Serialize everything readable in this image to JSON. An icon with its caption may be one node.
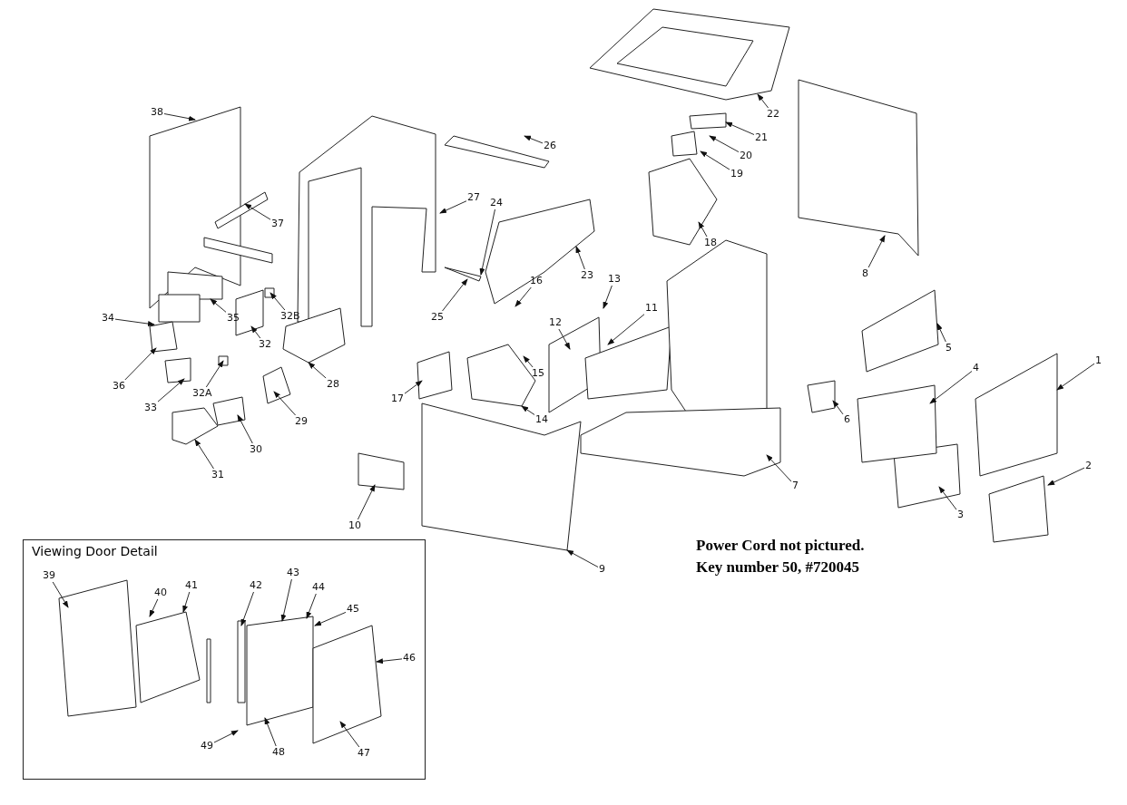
{
  "diagram": {
    "nodes": [
      {
        "text": [
          "1"
        ]
      },
      {
        "text": [
          "2"
        ]
      },
      {
        "text": [
          "3"
        ]
      },
      {
        "text": [
          "4"
        ]
      },
      {
        "text": [
          "5"
        ]
      },
      {
        "text": [
          "6"
        ]
      },
      {
        "text": [
          "7"
        ]
      },
      {
        "text": [
          "8"
        ]
      },
      {
        "text": [
          "9"
        ]
      },
      {
        "text": [
          "10"
        ]
      },
      {
        "text": [
          "11"
        ]
      },
      {
        "text": [
          "12"
        ]
      },
      {
        "text": [
          "13"
        ]
      },
      {
        "text": [
          "14"
        ]
      },
      {
        "text": [
          "15"
        ]
      },
      {
        "text": [
          "16"
        ]
      },
      {
        "text": [
          "17"
        ]
      },
      {
        "text": [
          "18"
        ]
      },
      {
        "text": [
          "19"
        ]
      },
      {
        "text": [
          "20"
        ]
      },
      {
        "text": [
          "21"
        ]
      },
      {
        "text": [
          "22"
        ]
      },
      {
        "text": [
          "23"
        ]
      },
      {
        "text": [
          "24"
        ]
      },
      {
        "text": [
          "25"
        ]
      },
      {
        "text": [
          "26"
        ]
      },
      {
        "text": [
          "27"
        ]
      },
      {
        "text": [
          "28"
        ]
      },
      {
        "text": [
          "29"
        ]
      },
      {
        "text": [
          "30"
        ]
      },
      {
        "text": [
          "31"
        ]
      },
      {
        "text": [
          "32"
        ]
      },
      {
        "text": [
          "32A"
        ]
      },
      {
        "text": [
          "32B"
        ]
      },
      {
        "text": [
          "33"
        ]
      },
      {
        "text": [
          "34"
        ]
      },
      {
        "text": [
          "35"
        ]
      },
      {
        "text": [
          "36"
        ]
      },
      {
        "text": [
          "37"
        ]
      },
      {
        "text": [
          "38"
        ]
      },
      {
        "text": [
          "Viewing Door Detail"
        ]
      },
      {
        "text": [
          "39"
        ],
        "in": 40
      },
      {
        "text": [
          "40"
        ],
        "in": 40
      },
      {
        "text": [
          "41"
        ],
        "in": 40
      },
      {
        "text": [
          "42"
        ],
        "in": 40
      },
      {
        "text": [
          "43"
        ],
        "in": 40
      },
      {
        "text": [
          "44"
        ],
        "in": 40
      },
      {
        "text": [
          "45"
        ],
        "in": 40
      },
      {
        "text": [
          "46"
        ],
        "in": 40
      },
      {
        "text": [
          "47"
        ],
        "in": 40
      },
      {
        "text": [
          "48"
        ],
        "in": 40
      },
      {
        "text": [
          "49"
        ],
        "in": 40
      }
    ],
    "edges": [
      {
        "from": 0,
        "to": null,
        "arrow": "to"
      },
      {
        "from": 1,
        "to": null,
        "arrow": "to"
      },
      {
        "from": 2,
        "to": null,
        "arrow": "to"
      },
      {
        "from": 3,
        "to": null,
        "arrow": "to"
      },
      {
        "from": 4,
        "to": null,
        "arrow": "to"
      },
      {
        "from": 5,
        "to": null,
        "arrow": "to"
      },
      {
        "from": 6,
        "to": null,
        "arrow": "to"
      },
      {
        "from": 7,
        "to": null,
        "arrow": "to"
      },
      {
        "from": 8,
        "to": null,
        "arrow": "to"
      },
      {
        "from": 9,
        "to": null,
        "arrow": "to"
      },
      {
        "from": 10,
        "to": null,
        "arrow": "to"
      },
      {
        "from": 11,
        "to": null,
        "arrow": "to"
      },
      {
        "from": 12,
        "to": null,
        "arrow": "to"
      },
      {
        "from": 13,
        "to": null,
        "arrow": "to"
      },
      {
        "from": 14,
        "to": null,
        "arrow": "to"
      },
      {
        "from": 15,
        "to": null,
        "arrow": "to"
      },
      {
        "from": 16,
        "to": null,
        "arrow": "to"
      },
      {
        "from": 17,
        "to": null,
        "arrow": "to"
      },
      {
        "from": 18,
        "to": null,
        "arrow": "to"
      },
      {
        "from": 19,
        "to": null,
        "arrow": "to"
      },
      {
        "from": 20,
        "to": null,
        "arrow": "to"
      },
      {
        "from": 21,
        "to": null,
        "arrow": "to"
      },
      {
        "from": 22,
        "to": null,
        "arrow": "to"
      },
      {
        "from": 23,
        "to": null,
        "arrow": "to"
      },
      {
        "from": 24,
        "to": null,
        "arrow": "to"
      },
      {
        "from": 25,
        "to": null,
        "arrow": "to"
      },
      {
        "from": 26,
        "to": null,
        "arrow": "to"
      },
      {
        "from": 27,
        "to": null,
        "arrow": "to"
      },
      {
        "from": 28,
        "to": null,
        "arrow": "to"
      },
      {
        "from": 29,
        "to": null,
        "arrow": "to"
      },
      {
        "from": 30,
        "to": null,
        "arrow": "to"
      },
      {
        "from": 31,
        "to": null,
        "arrow": "to"
      },
      {
        "from": 32,
        "to": null,
        "arrow": "to"
      },
      {
        "from": 33,
        "to": null,
        "arrow": "to"
      },
      {
        "from": 34,
        "to": null,
        "arrow": "to"
      },
      {
        "from": 35,
        "to": null,
        "arrow": "to"
      },
      {
        "from": 36,
        "to": null,
        "arrow": "to"
      },
      {
        "from": 37,
        "to": null,
        "arrow": "to"
      },
      {
        "from": 38,
        "to": null,
        "arrow": "to"
      },
      {
        "from": 39,
        "to": null,
        "arrow": "to"
      },
      {
        "from": 41,
        "to": null,
        "arrow": "to"
      },
      {
        "from": 42,
        "to": null,
        "arrow": "to"
      },
      {
        "from": 43,
        "to": null,
        "arrow": "to"
      },
      {
        "from": 44,
        "to": null,
        "arrow": "to"
      },
      {
        "from": 45,
        "to": null,
        "arrow": "to"
      },
      {
        "from": 46,
        "to": null,
        "arrow": "to"
      },
      {
        "from": 47,
        "to": null,
        "arrow": "to"
      },
      {
        "from": 48,
        "to": null,
        "arrow": "to"
      },
      {
        "from": 49,
        "to": null,
        "arrow": "to"
      },
      {
        "from": 50,
        "to": null,
        "arrow": "to"
      },
      {
        "from": 51,
        "to": null,
        "arrow": "to"
      }
    ],
    "labels": [
      "Power Cord not pictured.",
      "Key number 50, #720045"
    ]
  }
}
